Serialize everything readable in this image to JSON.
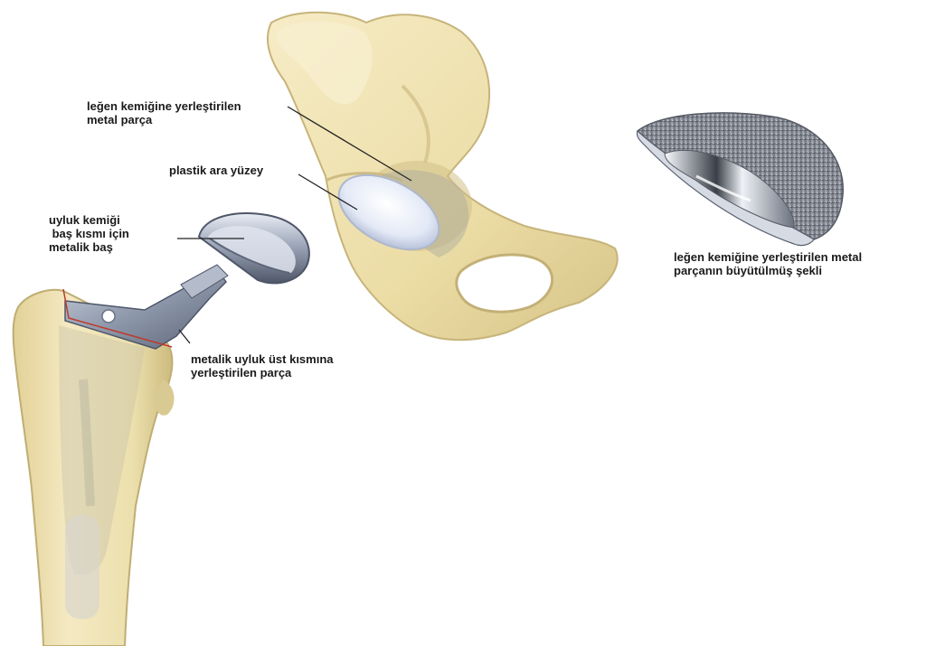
{
  "labels": {
    "metal_cup": [
      "leğen kemiğine yerleştirilen",
      "metal parça"
    ],
    "plastic_liner": [
      "plastik ara yüzey"
    ],
    "metal_head": [
      "uyluk kemiği",
      " baş kısmı için",
      "metalik baş"
    ],
    "femoral_stem": [
      "metalik uyluk üst kısmına",
      "yerleştirilen parça"
    ],
    "enlarged_cup": [
      "leğen kemiğine yerleştirilen metal",
      "parçanın büyütülmüş şekli"
    ]
  },
  "colors": {
    "bone": "#efe2b0",
    "bone_shade": "#d8c88f",
    "bone_dark": "#b8a66c",
    "metal": "#a9b2c2",
    "metal_dark": "#5d6679",
    "plastic": "#e8eef8",
    "cut_line": "#c0392b",
    "leader": "#222222"
  }
}
